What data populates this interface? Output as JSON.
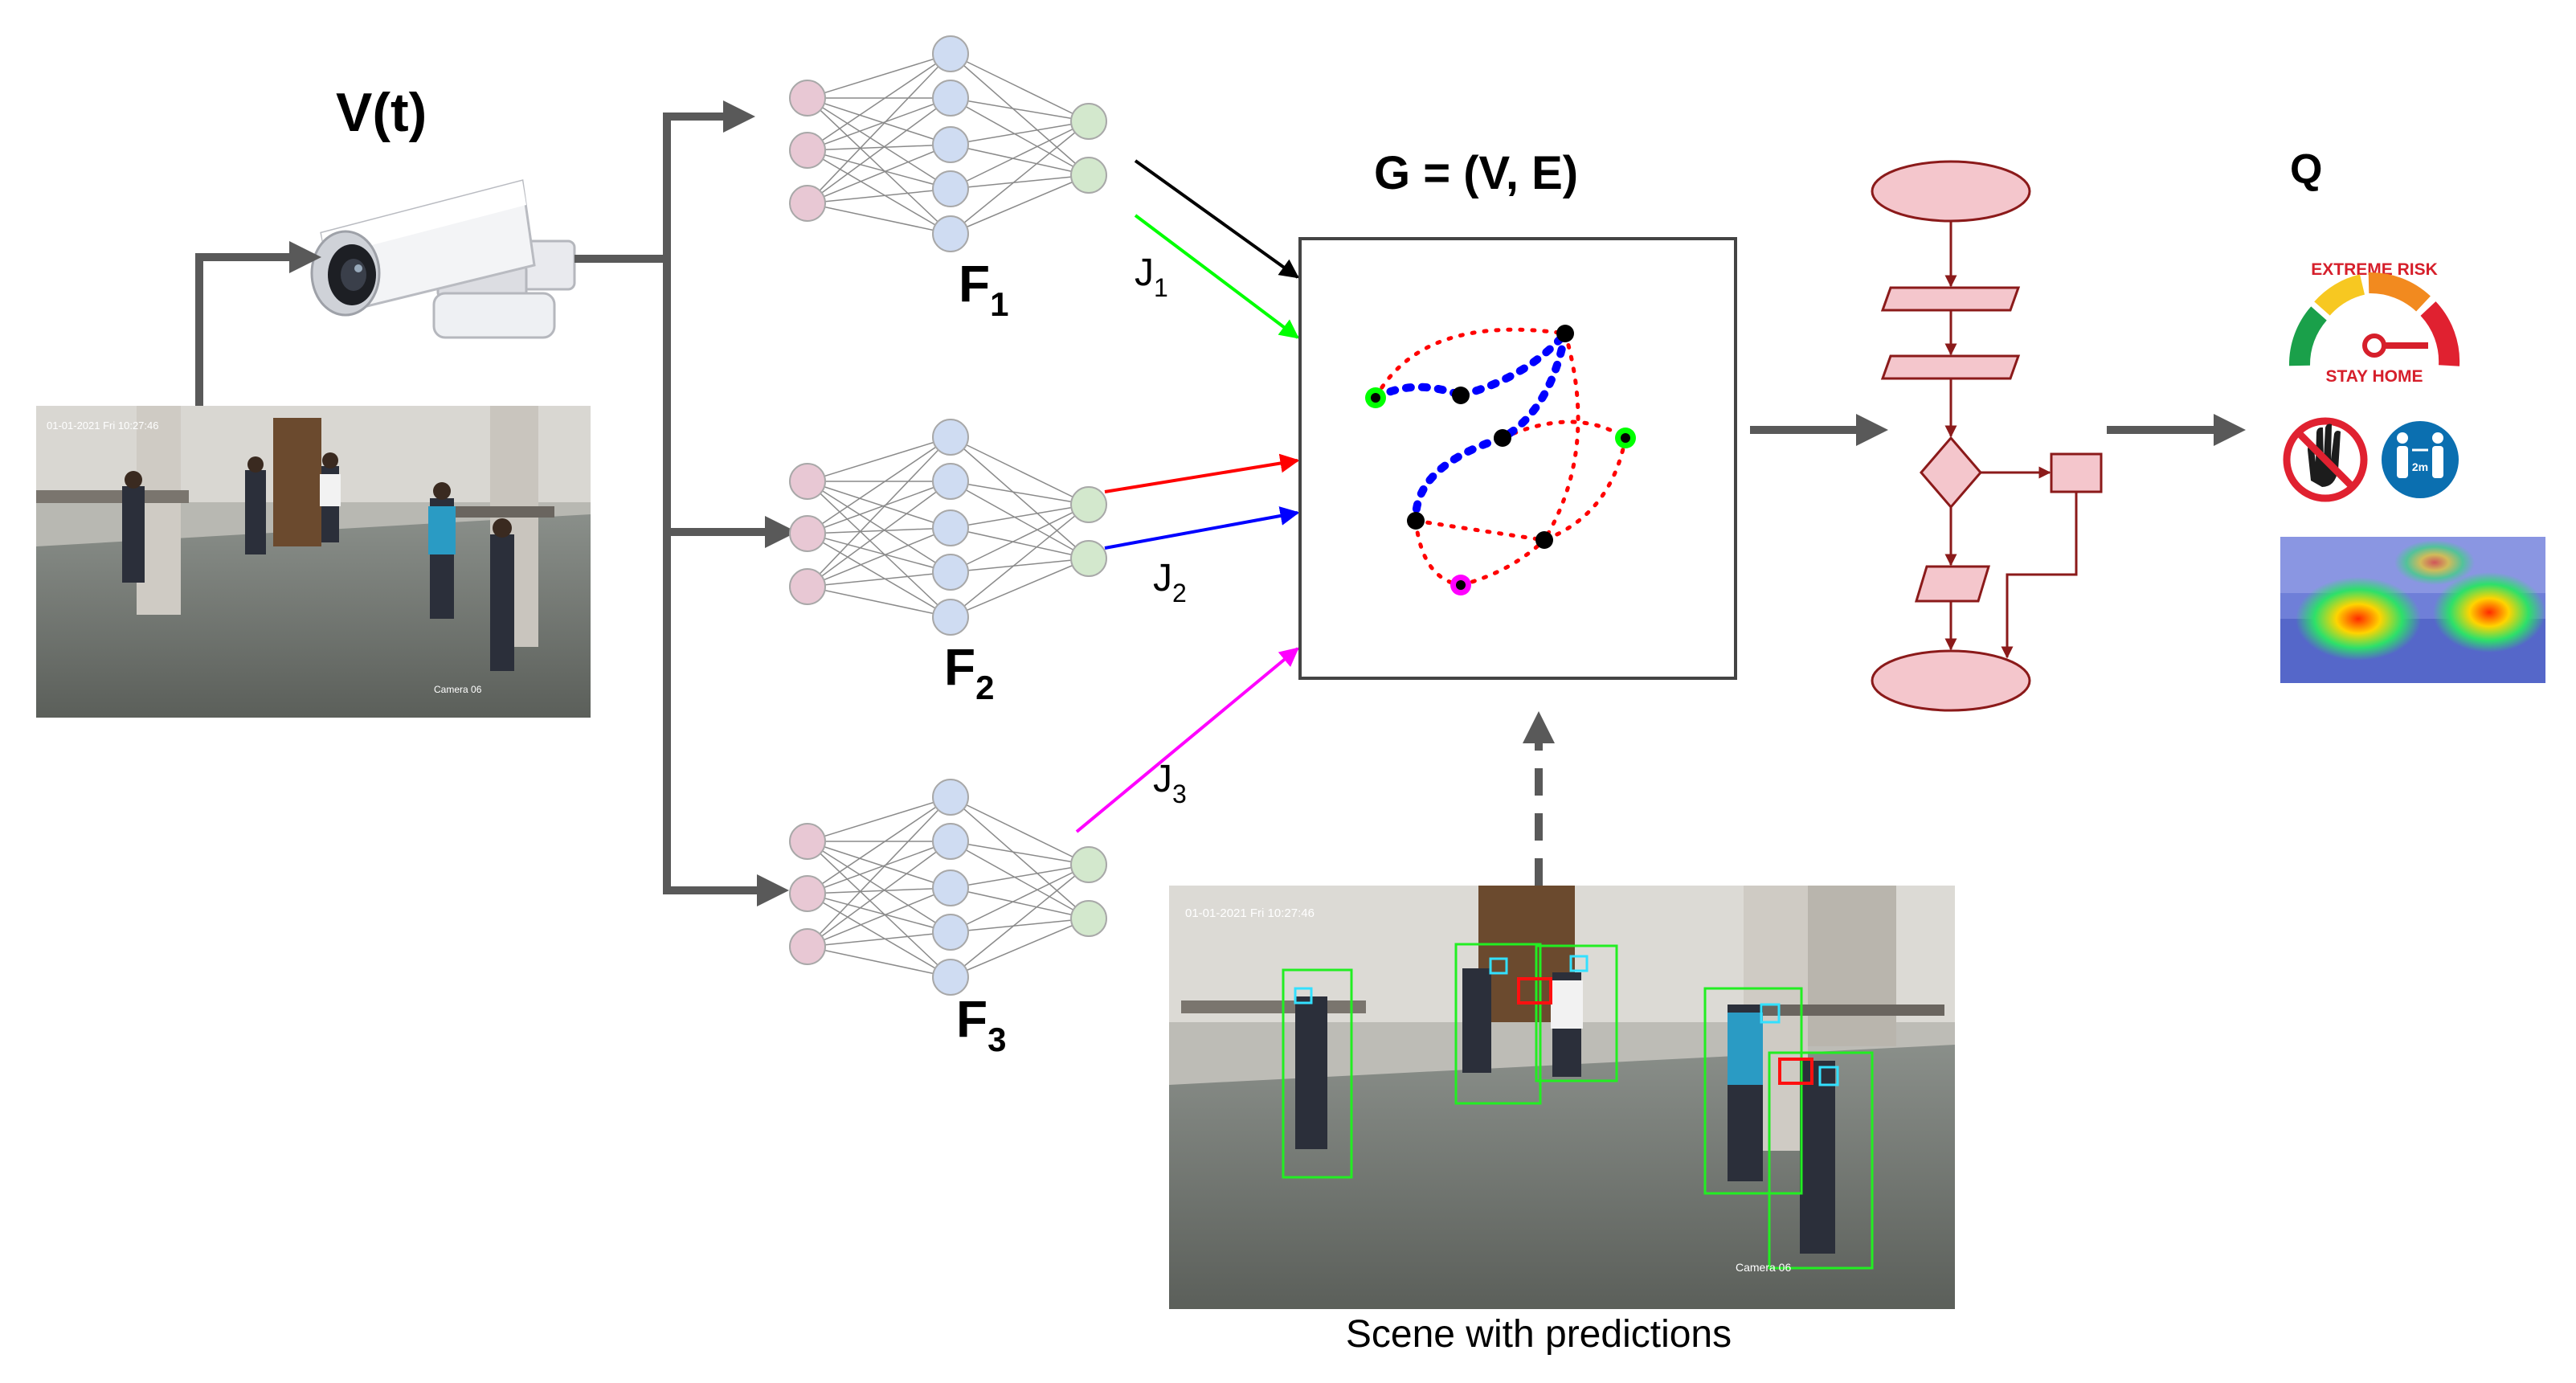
{
  "labels": {
    "video": "V(t)",
    "graph": "G = (V, E)",
    "output": "Q",
    "caption": "Scene with predictions"
  },
  "networks": [
    {
      "name": "F",
      "sub": "1"
    },
    {
      "name": "F",
      "sub": "2"
    },
    {
      "name": "F",
      "sub": "3"
    }
  ],
  "joints": [
    {
      "name": "J",
      "sub": "1"
    },
    {
      "name": "J",
      "sub": "2"
    },
    {
      "name": "J",
      "sub": "3"
    }
  ],
  "camera_frame": {
    "timestamp": "01-01-2021 Fri 10:27:46",
    "camera": "Camera 06"
  },
  "risk_gauge": {
    "top": "EXTREME RISK",
    "bottom": "STAY HOME"
  },
  "distance_sign": "2m",
  "colors": {
    "flow_arrow": "#595959",
    "input_node": "#e8c8d4",
    "hidden_node": "#cfdcf2",
    "output_node": "#d3e8cd",
    "flowchart_fill": "#f4c6cc",
    "flowchart_line": "#8b1a1a",
    "j1_green": "#00ff00",
    "j2_red": "#ff0000",
    "j2_blue": "#0000ff",
    "j3_magenta": "#ff00ff"
  }
}
